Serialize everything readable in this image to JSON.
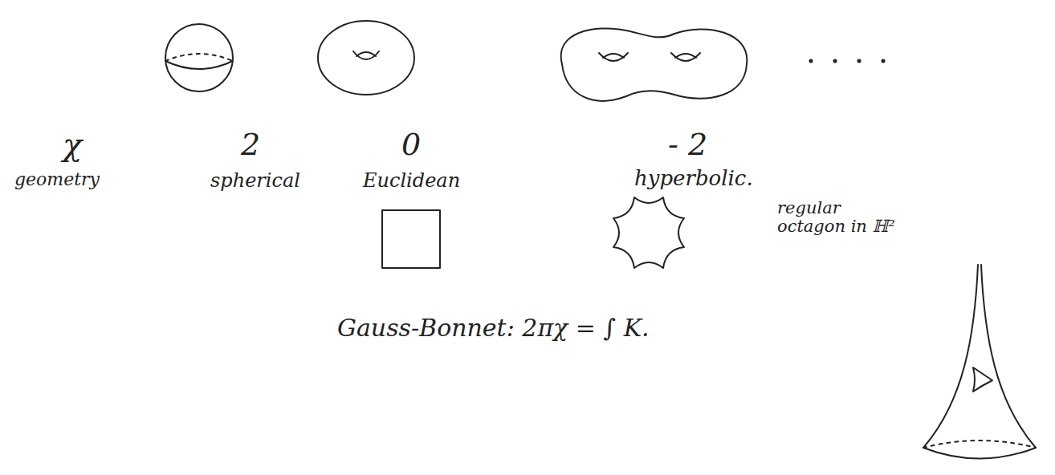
{
  "diagram": {
    "labels": [
      "χ",
      "2",
      "0",
      "- 2",
      "geometry",
      "spherical",
      "Euclidean",
      "hyperbolic.",
      "regular octagon in ℍ²",
      "Gauss-Bonnet:  2πχ = ∫ K."
    ]
  }
}
